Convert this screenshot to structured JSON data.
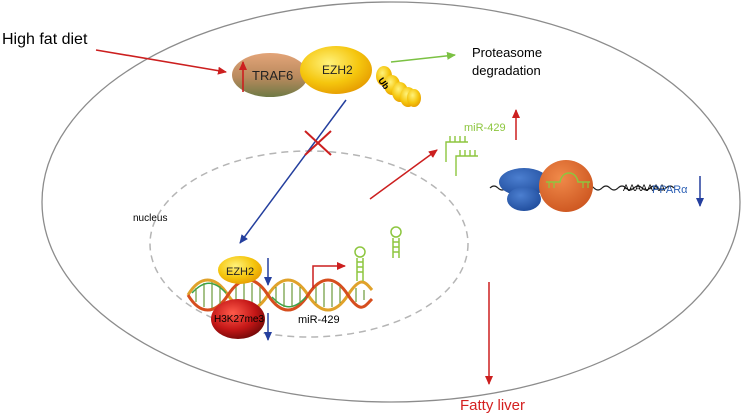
{
  "labels": {
    "high_fat_diet": "High fat diet",
    "traf6": "TRAF6",
    "ezh2_top": "EZH2",
    "ub": "Ub",
    "proteasome_line1": "Proteasome",
    "proteasome_line2": "degradation",
    "mir429_top": "miR-429",
    "ppara": "PPARα",
    "nucleus": "nucleus",
    "ezh2_bottom": "EZH2",
    "h3k27me3": "H3K27me3",
    "mir429_dna": "miR-429",
    "fatty_liver": "Fatty liver",
    "polya": "AAAAAAA"
  },
  "colors": {
    "red_arrow": "#cc1f1f",
    "blue_arrow": "#243f9e",
    "green_arrow": "#7bc143",
    "mirna_green": "#8dc63f",
    "ppara_text": "#2b5fb4",
    "fatty_text": "#d42020",
    "cell_outline": "#8c8c8c",
    "nucleus_dash": "#b5b5b5",
    "ezh2_yellow": "#f2c00a",
    "traf6_brown": "#c8906a",
    "ribosome_blue": "#2e5fb0",
    "protein_orange": "#dd6a2c"
  }
}
